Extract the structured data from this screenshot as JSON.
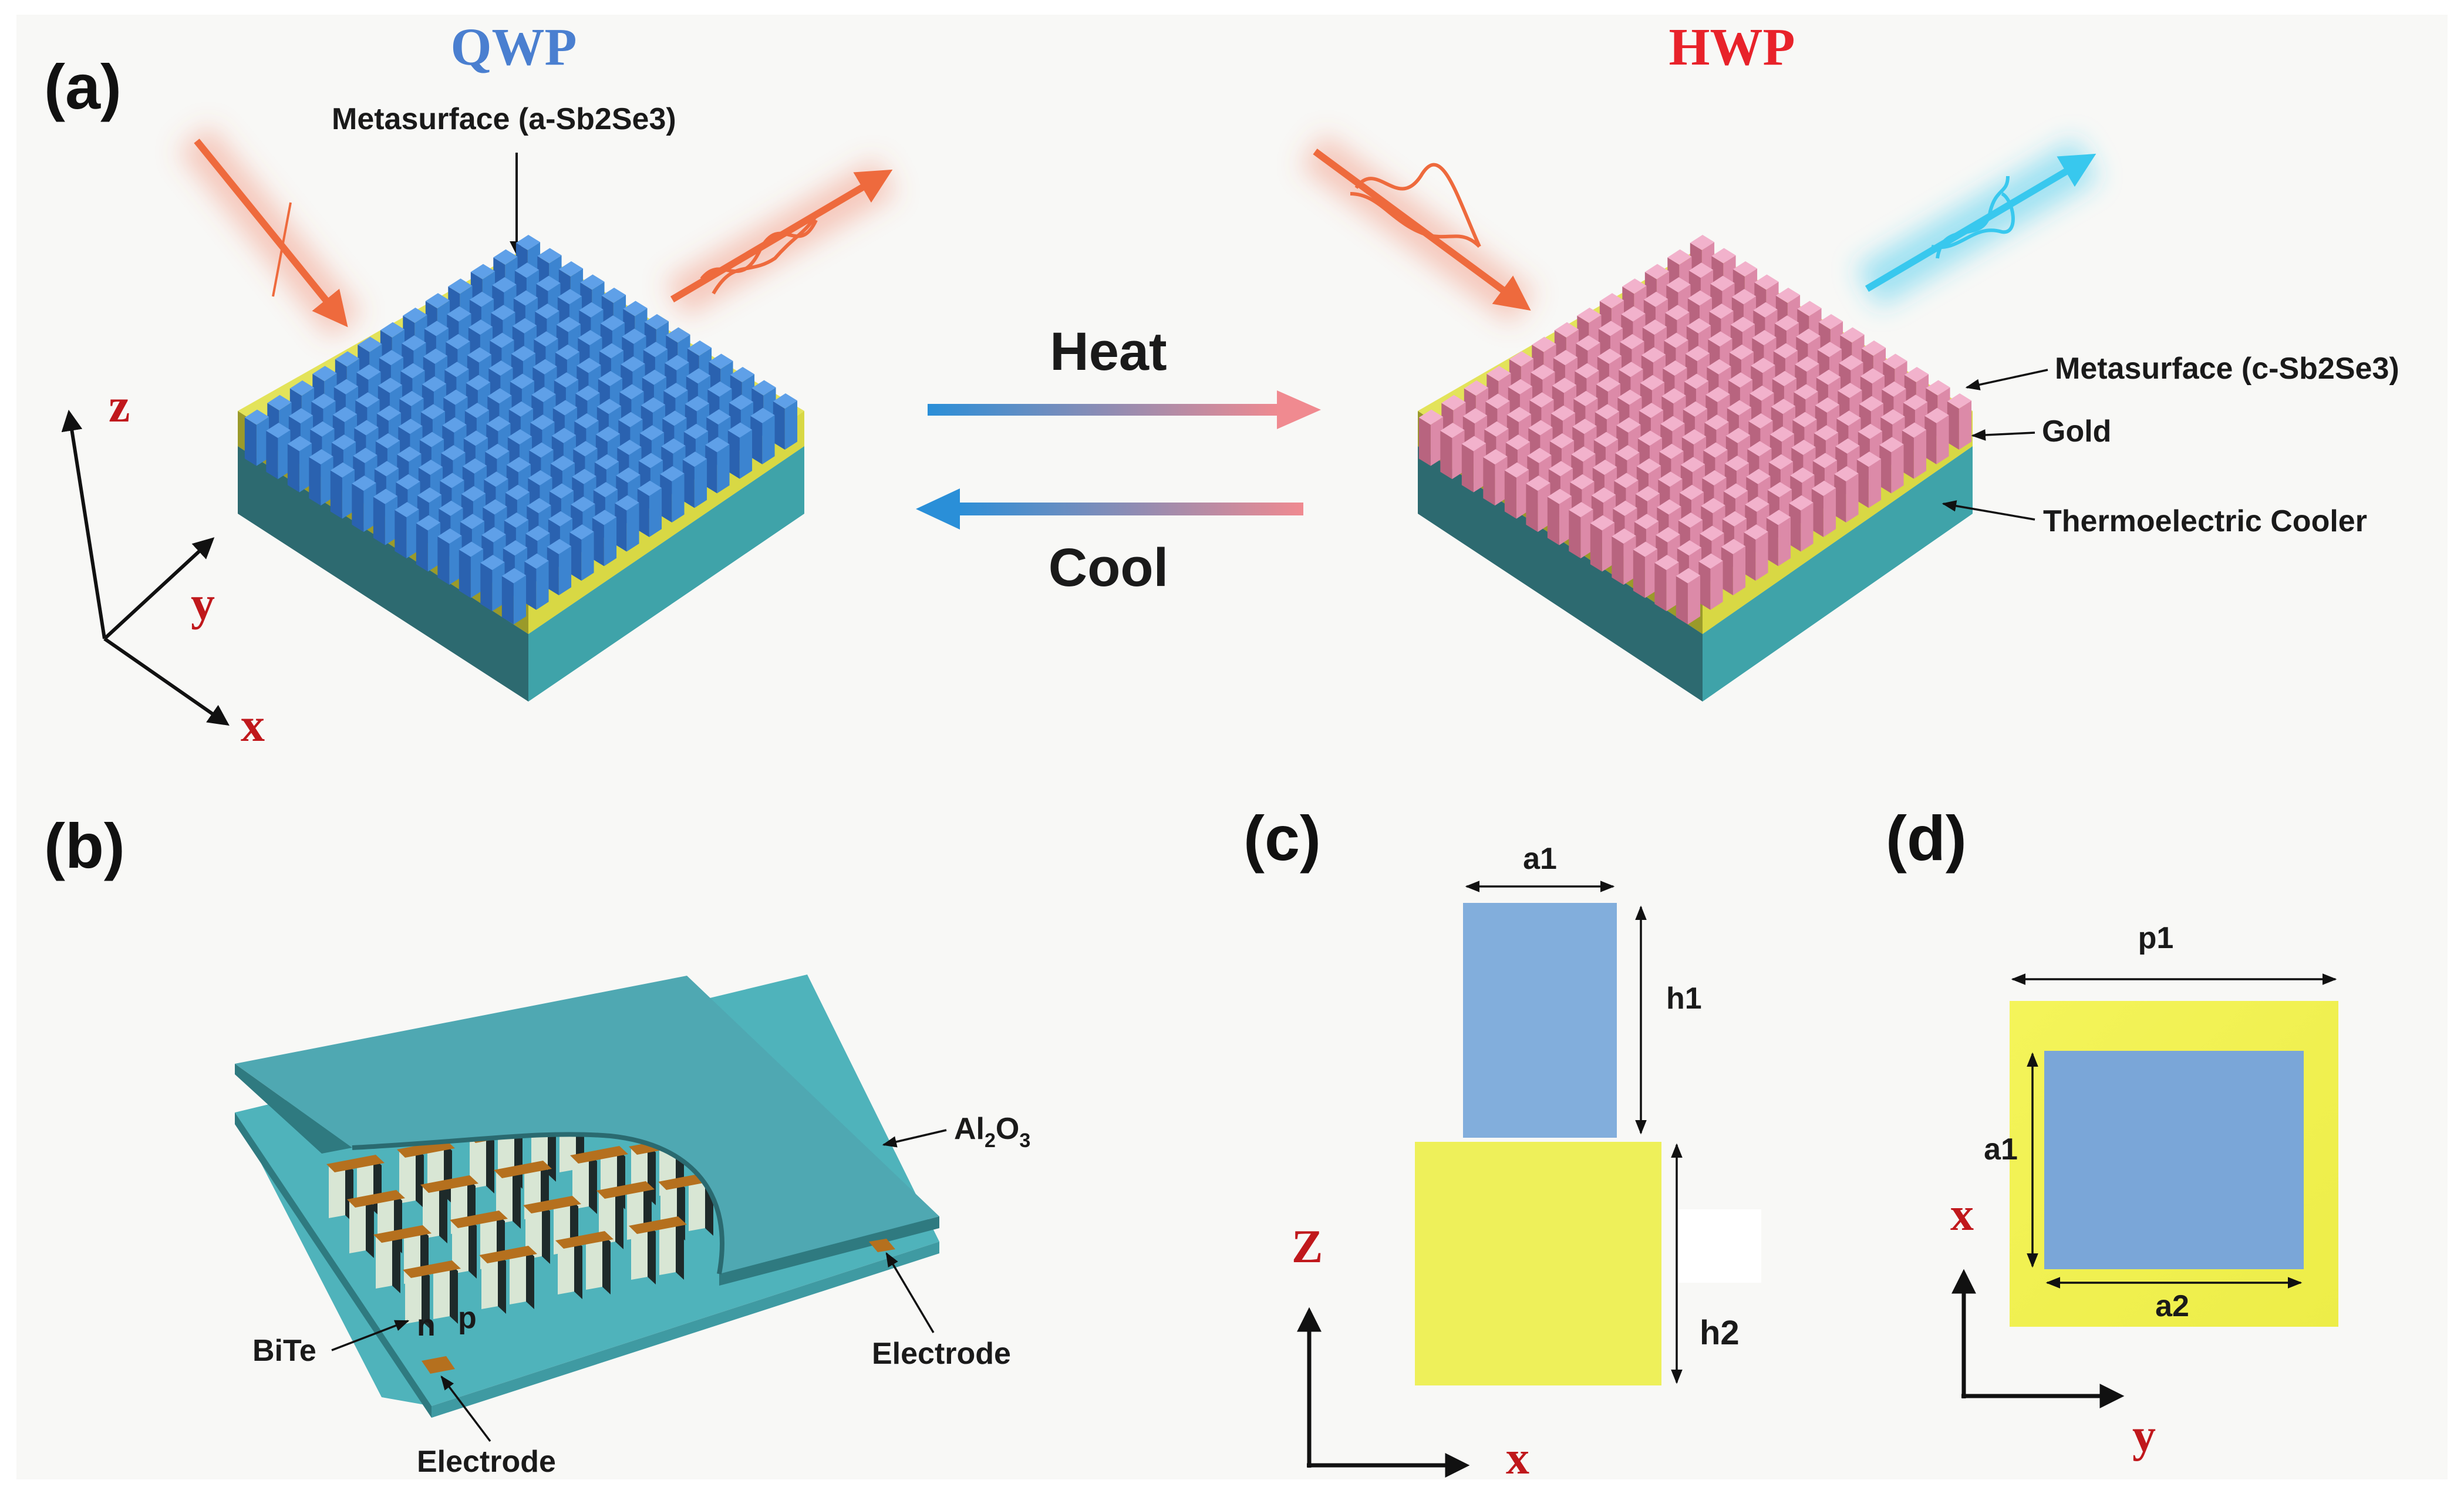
{
  "panel_a": {
    "label": "(a)",
    "left_title": "QWP",
    "right_title": "HWP",
    "left_metasurface_label": "Metasurface (a-Sb2Se3)",
    "right_metasurface_label": "Metasurface (c-Sb2Se3)",
    "gold_label": "Gold",
    "tec_label": "Thermoelectric Cooler",
    "heat_label": "Heat",
    "cool_label": "Cool",
    "axis_x": "x",
    "axis_y": "y",
    "axis_z": "z"
  },
  "panel_b": {
    "label": "(b)",
    "al2o3_label": "Al",
    "al2o3_sub_2": "2",
    "al2o3_O": "O",
    "al2o3_sub_3": "3",
    "bite_label": "BiTe",
    "n_label": "n",
    "p_label": "p",
    "electrode_right": "Electrode",
    "electrode_bottom": "Electrode"
  },
  "panel_c": {
    "label": "(c)",
    "a1": "a1",
    "h1": "h1",
    "h2": "h2",
    "axis_z": "Z",
    "axis_x": "x"
  },
  "panel_d": {
    "label": "(d)",
    "p1": "p1",
    "a1": "a1",
    "a2": "a2",
    "axis_x": "x",
    "axis_y": "y"
  },
  "colors": {
    "qwp_blue": "#4a7fd0",
    "hwp_red": "#e8222a",
    "pillar_blue": "#4a8fd8",
    "pillar_pink": "#e99ab8",
    "gold": "#f2f24c",
    "teal": "#3f9aa2",
    "axis_red": "#c0181c",
    "beam_orange": "#f06a3c",
    "beam_cyan": "#38c8ee"
  }
}
